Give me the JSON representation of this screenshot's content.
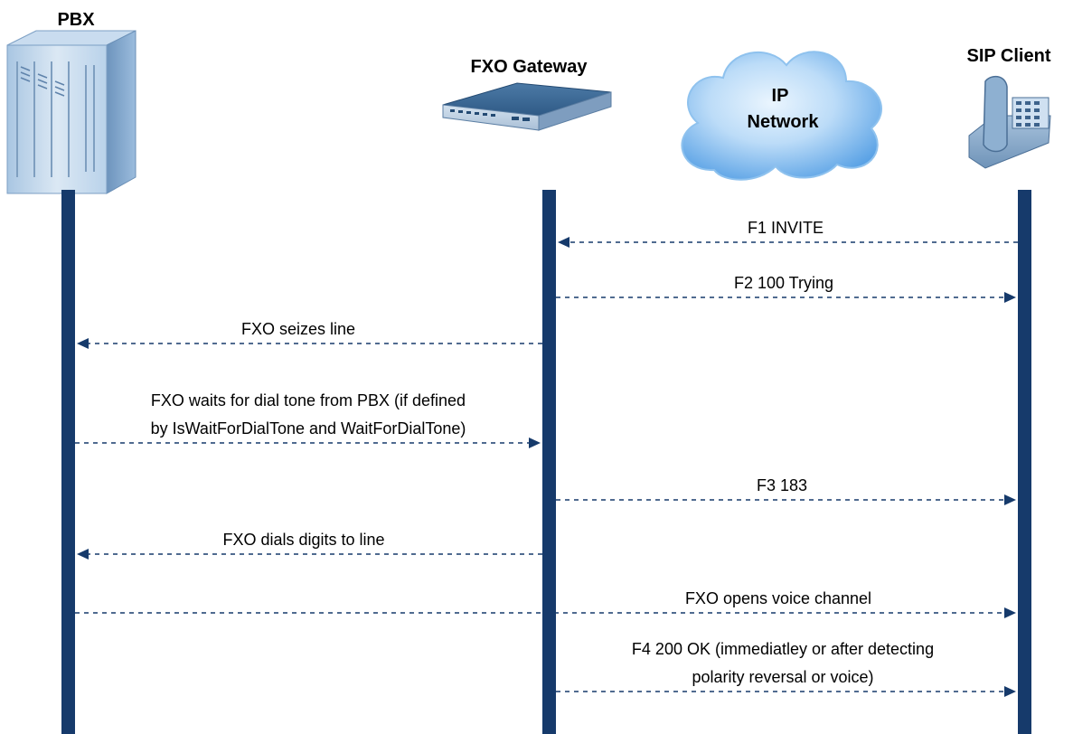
{
  "diagram": {
    "entities": {
      "pbx": "PBX",
      "gateway": "FXO Gateway",
      "network": [
        "IP",
        "Network"
      ],
      "client": "SIP Client"
    },
    "messages": [
      {
        "from": "client",
        "to": "gateway",
        "lines": [
          "F1   INVITE"
        ]
      },
      {
        "from": "gateway",
        "to": "client",
        "lines": [
          "F2   100 Trying"
        ]
      },
      {
        "from": "gateway",
        "to": "pbx",
        "lines": [
          "FXO seizes line"
        ]
      },
      {
        "from": "pbx",
        "to": "gateway",
        "lines": [
          "FXO waits for dial tone from PBX (if defined",
          "by IsWaitForDialTone and WaitForDialTone)"
        ]
      },
      {
        "from": "gateway",
        "to": "client",
        "lines": [
          "F3   183"
        ]
      },
      {
        "from": "gateway",
        "to": "pbx",
        "lines": [
          "FXO dials digits to line"
        ]
      },
      {
        "from": "pbx",
        "to": "client",
        "lines": [
          "FXO opens voice channel"
        ]
      },
      {
        "from": "gateway",
        "to": "client",
        "lines": [
          "F4   200 OK (immediatley or after detecting",
          "polarity reversal or voice)"
        ]
      }
    ],
    "colors": {
      "lifeline": "#163a6b",
      "arrow": "#163a6b",
      "text": "#000000",
      "cloud": "#5aa4e6",
      "cloud_light": "#cfe7fb"
    }
  }
}
